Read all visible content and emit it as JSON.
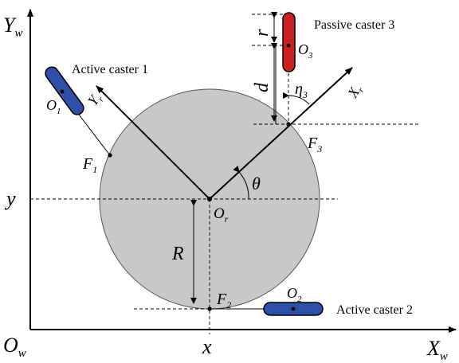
{
  "axes": {
    "y_axis": {
      "main": "Y",
      "sub": "w"
    },
    "x_axis": {
      "main": "X",
      "sub": "w"
    },
    "origin": {
      "main": "O",
      "sub": "w"
    },
    "x_mark": "x",
    "y_mark": "y"
  },
  "robot": {
    "center": {
      "main": "O",
      "sub": "r"
    },
    "radius": "R",
    "heading": "θ",
    "body_axes": {
      "x": {
        "main": "X",
        "sub": "r"
      },
      "y": {
        "main": "Y",
        "sub": "r"
      }
    }
  },
  "casters": [
    {
      "name": "Active caster 1",
      "point": {
        "main": "O",
        "sub": "1"
      },
      "contact": {
        "main": "F",
        "sub": "1"
      },
      "color": "#2f4fa8"
    },
    {
      "name": "Active caster 2",
      "point": {
        "main": "O",
        "sub": "2"
      },
      "contact": {
        "main": "F",
        "sub": "2"
      },
      "color": "#2f4fa8"
    },
    {
      "name": "Passive caster 3",
      "point": {
        "main": "O",
        "sub": "3"
      },
      "contact": {
        "main": "F",
        "sub": "3"
      },
      "color": "#cc1f1f"
    }
  ],
  "caster3_geometry": {
    "offset": "d",
    "length": "r",
    "angle": {
      "main": "η",
      "sub": "3"
    }
  },
  "colors": {
    "body": "#c8c8c8",
    "active": "#2f4fa8",
    "passive": "#cc1f1f"
  }
}
